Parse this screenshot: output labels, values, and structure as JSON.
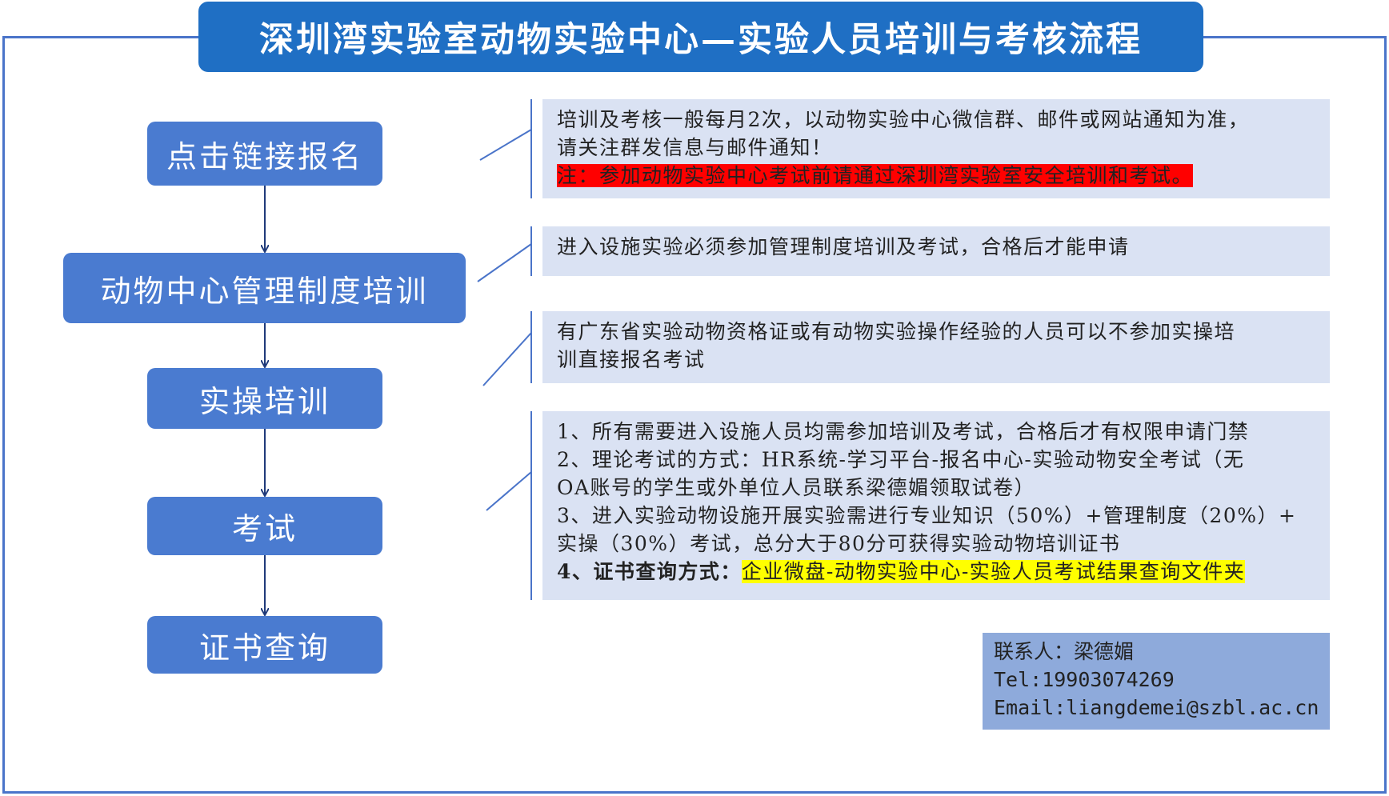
{
  "title": "深圳湾实验室动物实验中心—实验人员培训与考核流程",
  "steps": [
    {
      "label": "点击链接报名"
    },
    {
      "label": "动物中心管理制度培训"
    },
    {
      "label": "实操培训"
    },
    {
      "label": "考试"
    },
    {
      "label": "证书查询"
    }
  ],
  "notes": {
    "signup": {
      "line1": "培训及考核一般每月2次，以动物实验中心微信群、邮件或网站通知为准，",
      "line2": "请关注群发信息与邮件通知！",
      "warning": "注：参加动物实验中心考试前请通过深圳湾实验室安全培训和考试。"
    },
    "management": {
      "line1": "进入设施实验必须参加管理制度培训及考试，合格后才能申请"
    },
    "practice": {
      "line1": "有广东省实验动物资格证或有动物实验操作经验的人员可以不参加实操培",
      "line2": "训直接报名考试"
    },
    "exam": {
      "line1": "1、所有需要进入设施人员均需参加培训及考试，合格后才有权限申请门禁",
      "line2": "2、理论考试的方式：HR系统-学习平台-报名中心-实验动物安全考试（无",
      "line3": "OA账号的学生或外单位人员联系梁德媚领取试卷）",
      "line4": "3、进入实验动物设施开展实验需进行专业知识（50%）+管理制度（20%）+",
      "line5": "实操（30%）考试，总分大于80分可获得实验动物培训证书",
      "line6_prefix": "4、证书查询方式：",
      "line6_highlight": "企业微盘-动物实验中心-实验人员考试结果查询文件夹"
    }
  },
  "contact": {
    "person": "联系人：梁德媚",
    "tel": "Tel:19903074269",
    "email": "Email:liangdemei@szbl.ac.cn"
  },
  "colors": {
    "title_bg": "#1f6fc4",
    "step_bg": "#4a7bd0",
    "note_bg": "#dae2f3",
    "contact_bg": "#8eaadb",
    "frame": "#4a74c9",
    "arrow": "#1f3a7a",
    "warning_highlight": "#ff0000",
    "query_highlight": "#ffff00"
  }
}
